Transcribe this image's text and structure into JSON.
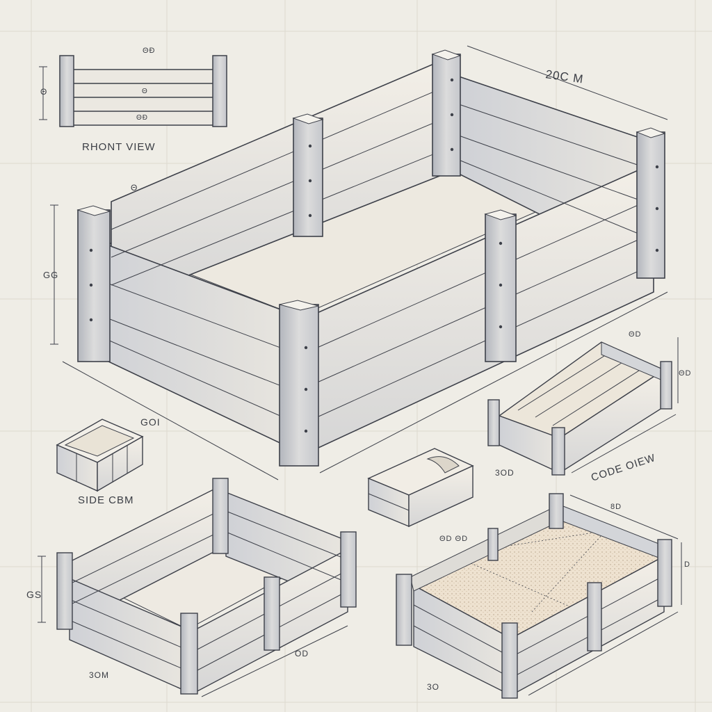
{
  "labels": {
    "front_view": "RHONT VIEW",
    "side_view_small": "SIDE CBM",
    "code_view": "CODE OIEW",
    "dim_top_length": "20C M",
    "dim_front_top": "ΘÐ",
    "dim_front_mid": "Θ",
    "dim_front_bottom": "ΘÐ",
    "dim_front_height": "Θ",
    "dim_main_front": "GOI",
    "dim_main_height": "GG",
    "dim_main_top": "Θ",
    "dim_small_box_right": "3OD",
    "dim_small_box_height": "ΘD",
    "dim_small_box_top": "ΘD",
    "dim_bottom_left_width": "3OM",
    "dim_bottom_left_depth": "OD",
    "dim_bottom_left_height": "GS",
    "dim_bottom_right_top": "8D",
    "dim_bottom_right_width": "3O",
    "dim_bottom_right_height": "D",
    "dim_center_block": "ΘD ΘD"
  },
  "colors": {
    "paper": "#efede6",
    "grid": "#dcd9cf",
    "line": "#3d4049",
    "wood_light": "#f1ede4",
    "wood_mid": "#d9d7d3",
    "wood_shadow": "#b9bbc0",
    "soil": "#e8dcc9"
  }
}
